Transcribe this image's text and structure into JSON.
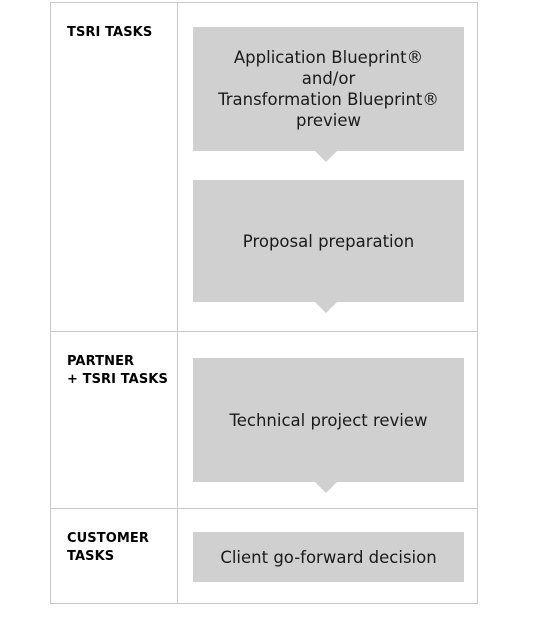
{
  "lanes": [
    {
      "label": "TSRI TASKS"
    },
    {
      "label": "PARTNER\n+ TSRI TASKS"
    },
    {
      "label": "CUSTOMER\nTASKS"
    }
  ],
  "steps": [
    {
      "label": "Application Blueprint®\nand/or\nTransformation Blueprint®\npreview"
    },
    {
      "label": "Proposal preparation"
    },
    {
      "label": "Technical project review"
    },
    {
      "label": "Client go-forward decision"
    }
  ],
  "colors": {
    "step_fill": "#d0d0d0",
    "grid_line": "#c8c8c8",
    "lane_label": "#000000",
    "step_text": "#1a1a1a"
  }
}
